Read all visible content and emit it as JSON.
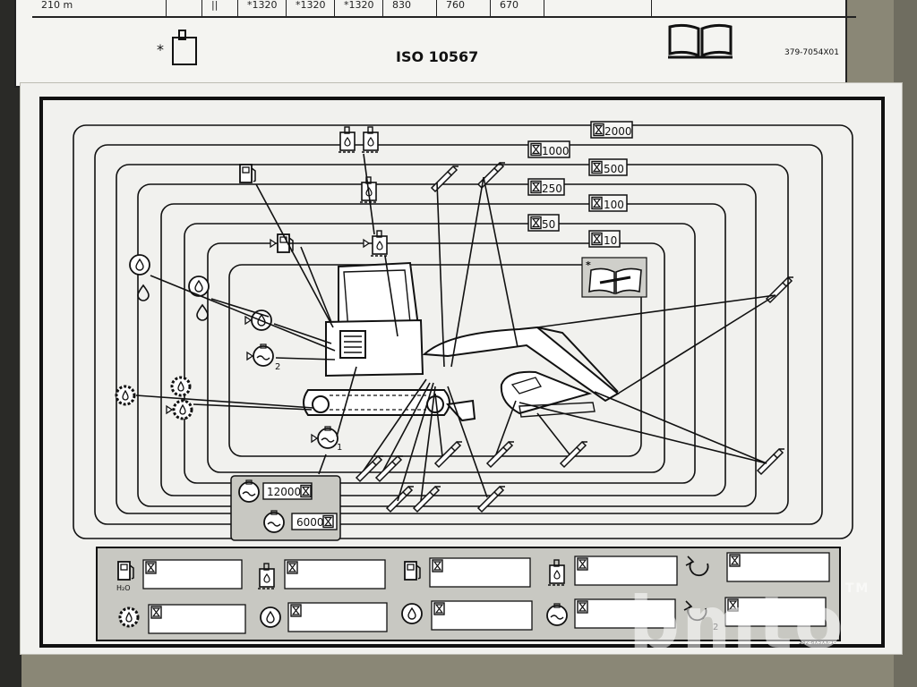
{
  "upper_label": {
    "row_cells": [
      "210 m",
      "",
      "||",
      "*1320",
      "*1320",
      "*1320",
      "830",
      "760",
      "670"
    ],
    "asterisk": "*",
    "standard": "ISO 10567",
    "part_number": "379-7054X01"
  },
  "intervals": [
    {
      "value": "2000"
    },
    {
      "value": "1000"
    },
    {
      "value": "500"
    },
    {
      "value": "250"
    },
    {
      "value": "100"
    },
    {
      "value": "50"
    },
    {
      "value": "10"
    }
  ],
  "coolant_box": {
    "values": [
      "12000",
      "6000"
    ]
  },
  "small_marks": {
    "interval_2": "2",
    "interval_1": "1",
    "manual_asterisk": "*",
    "lower_2": "2",
    "h2o": "H₂O"
  },
  "footer_code": "382-6X5XX-1-",
  "watermark": {
    "brand": "bmto",
    "tm": "TM"
  },
  "colors": {
    "plate_bg": "#f1f1ee",
    "ink": "#111111",
    "grey_panel": "#c8c8c2",
    "frame": "#8a8776"
  }
}
